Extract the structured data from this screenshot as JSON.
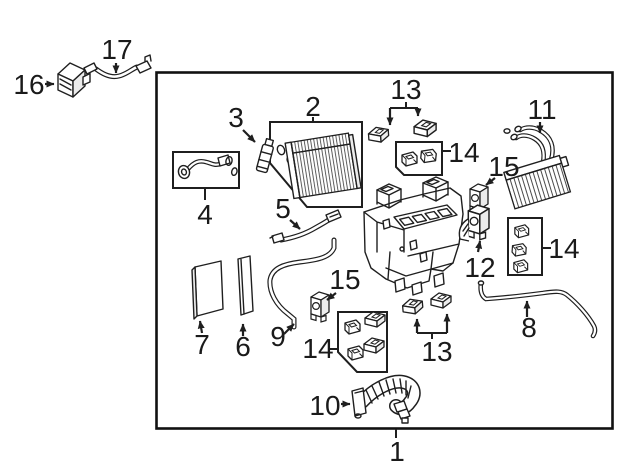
{
  "diagram": {
    "colors": {
      "background": "#ffffff",
      "line": "#1f1f1f",
      "shade": "#ececec",
      "frame": "#111111"
    },
    "labels": {
      "n1": "1",
      "n2": "2",
      "n3": "3",
      "n4": "4",
      "n5": "5",
      "n6": "6",
      "n7": "7",
      "n8": "8",
      "n9": "9",
      "n10": "10",
      "n11": "11",
      "n12": "12",
      "n13": "13",
      "n14": "14",
      "n15": "15",
      "n16": "16",
      "n17": "17"
    }
  }
}
